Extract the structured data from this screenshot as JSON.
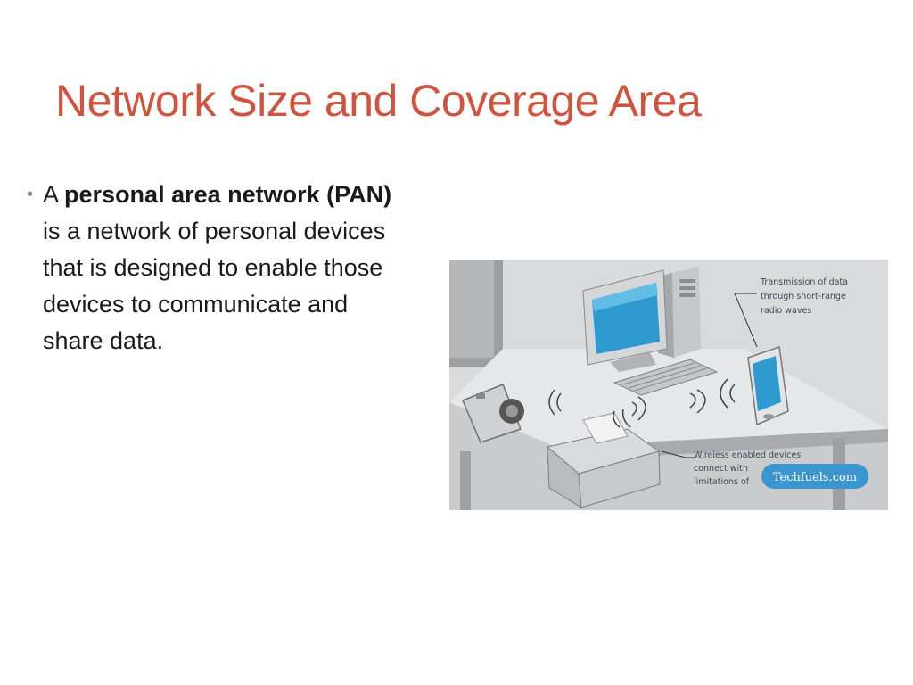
{
  "slide": {
    "title": "Network Size and Coverage Area",
    "bullet": {
      "prefix": "A ",
      "term": "personal area network (PAN)",
      "rest": " is a network of personal devices that is designed to enable those devices to communicate and share data."
    }
  },
  "figure": {
    "callout_top": [
      "Transmission of data",
      "through short-range",
      "radio waves"
    ],
    "callout_bottom": [
      "Wireless enabled devices",
      "connect with",
      "limitations of"
    ],
    "watermark": "Techfuels.com"
  }
}
